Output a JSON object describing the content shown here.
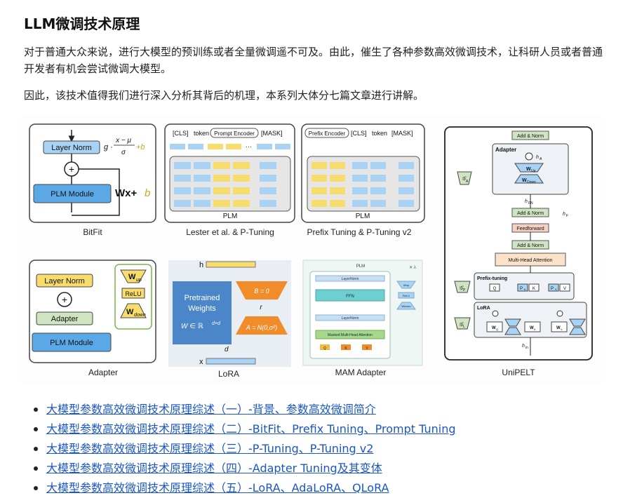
{
  "article": {
    "title": "LLM微调技术原理",
    "paragraphs": [
      "对于普通大众来说，进行大模型的预训练或者全量微调遥不可及。由此，催生了各种参数高效微调技术，让科研人员或者普通开发者有机会尝试微调大模型。",
      "因此，该技术值得我们进行深入分析其背后的机理，本系列大体分七篇文章进行讲解。"
    ]
  },
  "figure": {
    "panels": {
      "bitfit": {
        "caption": "BitFit",
        "layer_norm": "Layer Norm",
        "plm_module": "PLM Module",
        "plus": "+",
        "norm_formula": "g · (x − μ)/σ + b",
        "norm_numerator": "x − μ",
        "norm_denominator": "σ",
        "norm_g": "g ·",
        "norm_b": "+b",
        "linear_formula": "Wx+b",
        "linear_main": "Wx+",
        "linear_b": "b"
      },
      "lester": {
        "caption": "Lester et al. & P-Tuning",
        "tokens": [
          "[CLS]",
          "token",
          "Prompt Encoder",
          "[MASK]"
        ],
        "plm": "PLM",
        "dots": "···"
      },
      "prefix": {
        "caption": "Prefix Tuning & P-Tuning v2",
        "tokens": [
          "Prefix Encoder",
          "[CLS]",
          "token",
          "[MASK]"
        ],
        "plm": "PLM"
      },
      "adapter": {
        "caption": "Adapter",
        "layer_norm": "Layer Norm",
        "adapter": "Adapter",
        "plm_module": "PLM Module",
        "plus": "+",
        "w_up": "W",
        "w_up_sub": "up",
        "relu": "ReLU",
        "w_down": "W",
        "w_down_sub": "down"
      },
      "lora": {
        "caption": "LoRA",
        "h": "h",
        "x": "x",
        "pretrained": "Pretrained",
        "weights": "Weights",
        "w_formula": "W ∈ ℝ",
        "w_sup": "d×d",
        "b_formula": "B = 0",
        "a_formula": "A = N(0,σ²)",
        "r": "r",
        "d": "d"
      },
      "mam": {
        "caption": "MAM Adapter",
        "plm": "PLM",
        "layer_norm_top": "LayerNorm",
        "ffn": "FFN",
        "layer_norm_bottom": "LayerNorm",
        "mha": "Masked Multi-Head Attention",
        "q": "Q",
        "k": "K",
        "v": "V",
        "w_up": "Wup",
        "relu": "ReLU",
        "w_down": "Wdown",
        "corner": "✕ λ"
      },
      "unipelt": {
        "caption": "UniPELT",
        "add_norm": "Add & Norm",
        "adapter": "Adapter",
        "w_up": "W",
        "w_up_sub": "Up",
        "w_down": "W",
        "w_down_sub": "Down",
        "feedforward": "Feedforward",
        "mha": "Multi-Head Attention",
        "prefix_tuning": "Prefix-tuning",
        "lora": "LoRA",
        "q": "Q",
        "k": "K",
        "v": "V",
        "pk": "P",
        "pk_sub": "K",
        "pv": "P",
        "pv_sub": "V",
        "wq": "W",
        "wq_sub": "Q",
        "wk": "W",
        "wk_sub": "K",
        "wv": "W",
        "wv_sub": "V",
        "h_fn": "h",
        "h_fn_sub": "FN",
        "h_f": "h",
        "h_f_sub": "F",
        "h_a": "h",
        "h_a_sub": "A",
        "h_in": "h",
        "h_in_sub": "in",
        "g_a": "𝒢",
        "g_a_sub": "A",
        "g_p": "𝒢",
        "g_p_sub": "P",
        "g_l": "𝒢",
        "g_l_sub": "L"
      }
    }
  },
  "links": [
    "大模型参数高效微调技术原理综述（一）-背景、参数高效微调简介",
    "大模型参数高效微调技术原理综述（二）-BitFit、Prefix Tuning、Prompt Tuning",
    "大模型参数高效微调技术原理综述（三）-P-Tuning、P-Tuning v2",
    "大模型参数高效微调技术原理综述（四）-Adapter Tuning及其变体",
    "大模型参数高效微调技术原理综述（五）-LoRA、AdaLoRA、QLoRA"
  ],
  "colors": {
    "link": "#1a56c9",
    "layer_blue": "#a9d3f5",
    "module_blue": "#5aa9e6",
    "adapter_green": "#cfe5c1",
    "yellow": "#f8dc6c",
    "lora_blue": "#4a86c8",
    "lora_orange": "#f08c2a"
  }
}
